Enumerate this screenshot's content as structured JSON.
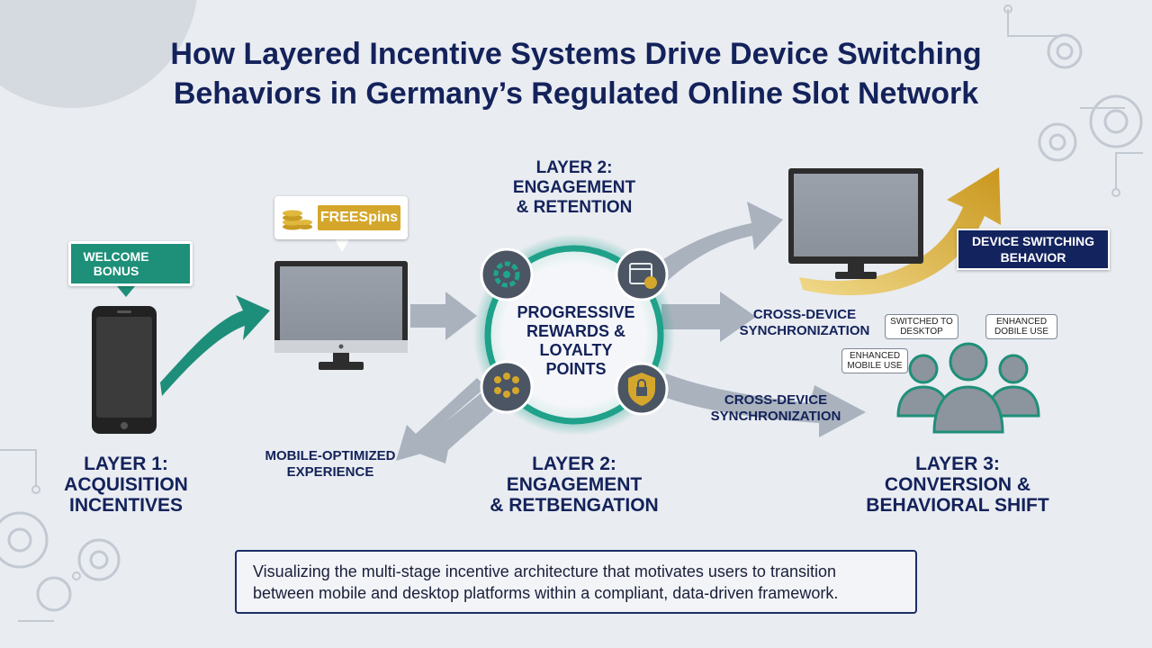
{
  "title_line1": "How Layered Incentive Systems Drive Device Switching",
  "title_line2": "Behaviors in Germany’s Regulated Online Slot Network",
  "welcome_badge": {
    "line1": "WELCOME",
    "line2": "BONUS"
  },
  "free_spins_label": "FREESpins",
  "layer2_top": {
    "line1": "LAYER 2:",
    "line2": "ENGAGEMENT",
    "line3": "& RETENTION"
  },
  "center_ring": {
    "line1": "PROGRESSIVE",
    "line2": "REWARDS &",
    "line3": "LOYALTY",
    "line4": "POINTS"
  },
  "sync_label_1": {
    "line1": "CROSS-DEVICE",
    "line2": "SYNCHRONIZATION"
  },
  "sync_label_2": {
    "line1": "CROSS-DEVICE",
    "line2": "SYNCHRONIZATION"
  },
  "device_switching_badge": {
    "line1": "DEVICE SWITCHING",
    "line2": "BEHAVIOR"
  },
  "bubbles": {
    "switched": {
      "line1": "SWITCHED TO",
      "line2": "DESKTOP"
    },
    "enhanced_dobile": {
      "line1": "ENHANCED",
      "line2": "DOBILE USE"
    },
    "enhanced_mobile": {
      "line1": "ENHANCED",
      "line2": "MOBILE USE"
    }
  },
  "mobile_optimized": {
    "line1": "MOBILE-OPTIMIZED",
    "line2": "EXPERIENCE"
  },
  "layer1": {
    "line1": "LAYER 1:",
    "line2": "ACQUISITION",
    "line3": "INCENTIVES"
  },
  "layer2_bottom": {
    "line1": "LAYER 2:",
    "line2": "ENGAGEMENT",
    "line3": "& RETBENGATION"
  },
  "layer3": {
    "line1": "LAYER 3:",
    "line2": "CONVERSION &",
    "line3": "BEHAVIORAL SHIFT"
  },
  "caption": {
    "line1": "Visualizing the multi-stage incentive architecture that motivates users to transition",
    "line2": "between mobile and desktop platforms within a compliant, data-driven framework."
  },
  "colors": {
    "navy": "#13225a",
    "teal": "#1e8f78",
    "gold": "#d4a72c",
    "arrow_gray": "#a9b2bd",
    "background": "#e9ecf1"
  }
}
